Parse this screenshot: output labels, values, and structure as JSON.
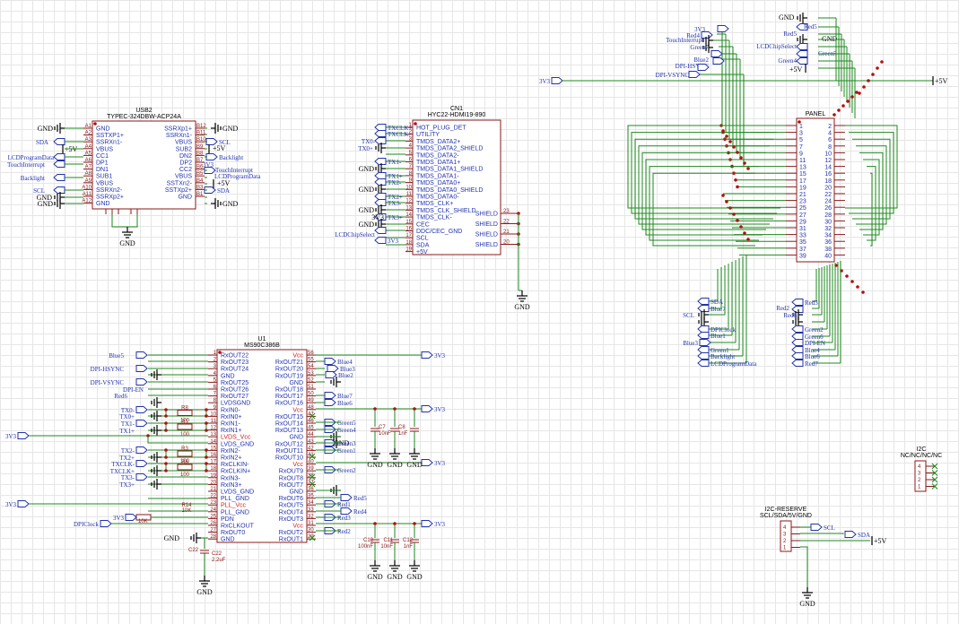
{
  "components": {
    "usb": {
      "ref": "USB2",
      "part": "TYPEC-324DBW-ACP24A",
      "left_pins": [
        "GND",
        "SSTXP1+",
        "SSRXn1-",
        "VBUS",
        "CC1",
        "DP1",
        "DN1",
        "SUB1",
        "VBUS",
        "SSRXn2-",
        "SSRXp2+",
        "GND"
      ],
      "left_nums": [
        "A1",
        "A2",
        "A3",
        "A4",
        "A5",
        "A6",
        "A7",
        "A8",
        "A9",
        "A10",
        "A11",
        "A12"
      ],
      "right_pins": [
        "SSRXp1+",
        "SSRXn1-",
        "VBUS",
        "SUB2",
        "DN2",
        "DP2",
        "CC2",
        "VBUS",
        "SSTXn2-",
        "SSTXp2+",
        "GND"
      ],
      "right_nums": [
        "B12",
        "B11",
        "B10",
        "B9",
        "B8",
        "B7",
        "B6",
        "B5",
        "B4",
        "B3",
        "B1"
      ],
      "left_nets": [
        "GND",
        "SDA",
        "+5V",
        "LCDProgramData",
        "TouchInterrupt",
        "",
        "Backlight",
        "",
        "SCL",
        "GND",
        "GND"
      ],
      "right_nets": [
        "GND",
        "SCL",
        "",
        "Backlight",
        "3V3",
        "TouchInterrupt",
        "LCDProgramData",
        "+5V",
        "SDA",
        "GND"
      ]
    },
    "hdmi": {
      "ref": "CN1",
      "part": "HYC22-HDMI19-890",
      "pins": [
        "HOT_PLUG_DET",
        "UTILITY",
        "TMDS_DATA2+",
        "TMDS_DATA2_SHIELD",
        "TMDS_DATA2-",
        "TMDS_DATA1+",
        "TMDS_DATA1_SHIELD",
        "TMDS_DATA1-",
        "TMDS_DATA0+",
        "TMDS_DATA0_SHIELD",
        "TMDS_DATA0-",
        "TMDS_CLK+",
        "TMDS_CLK_SHIELD",
        "TMDS_CLK-",
        "CEC",
        "DDC/CEC_GND",
        "SCL",
        "SDA",
        "+5V"
      ],
      "shield_pins": [
        "SHIELD",
        "SHIELD",
        "SHIELD",
        "SHIELD"
      ],
      "shield_nums": [
        "23",
        "22",
        "21",
        "20"
      ],
      "nets": [
        "TXCLK+",
        "TXCLK-",
        "TX0-",
        "",
        "TX1-",
        "",
        "TX2-",
        "",
        "TX3+",
        "",
        "TX3-",
        "3V3",
        "LCDChipSelect",
        "3V3"
      ]
    },
    "panel": {
      "ref": "PANEL",
      "left_nums": [
        "1",
        "3",
        "5",
        "7",
        "9",
        "11",
        "13",
        "15",
        "17",
        "19",
        "21",
        "23",
        "25",
        "27",
        "29",
        "31",
        "33",
        "35",
        "37",
        "39"
      ],
      "right_nums": [
        "2",
        "4",
        "6",
        "8",
        "10",
        "12",
        "14",
        "16",
        "18",
        "20",
        "22",
        "24",
        "26",
        "28",
        "30",
        "32",
        "34",
        "36",
        "38",
        "40"
      ],
      "top_nets_left": [
        "3V3",
        "Red4",
        "TouchInterrupt",
        "Green7",
        "Blue2",
        "DPI-HSYNC",
        "DPI-VSYNC"
      ],
      "top_nets_right": [
        "GND",
        "Red5",
        "LCDChipSelect",
        "Green5",
        "Green4",
        "+5V"
      ],
      "bottom_nets_left": [
        "SDA",
        "Blue7",
        "SCL",
        "DPIClock",
        "Blue1",
        "Blue3",
        "Green1",
        "Backlight",
        "LCDProgramData"
      ],
      "bottom_nets_right": [
        "Red3",
        "Red6",
        "Green2",
        "Green6",
        "DPI-EN",
        "Blue6",
        "Red7",
        "Blue5"
      ]
    },
    "u1": {
      "ref": "U1",
      "part": "MS90C386B",
      "left_pins": [
        "RxOUT22",
        "RxOUT23",
        "RxOUT24",
        "GND",
        "RxOUT25",
        "RxOUT26",
        "RxOUT27",
        "LVDSGND",
        "RxIN0-",
        "RxIN0+",
        "RxIN1-",
        "RxIN1+",
        "LVDS_Vcc",
        "LVDS_GND",
        "RxIN2-",
        "RxIN2+",
        "RxCLKIN-",
        "RxCLKIN+",
        "RxIN3-",
        "RxIN3+",
        "LVDS_GND",
        "PLL_GND",
        "PLL_Vcc",
        "PLL_GND",
        "PDN",
        "RxCLKOUT",
        "RxOUT0",
        "GND"
      ],
      "left_nums": [
        "1",
        "2",
        "3",
        "4",
        "5",
        "6",
        "7",
        "8",
        "9",
        "10",
        "11",
        "12",
        "13",
        "14",
        "15",
        "16",
        "17",
        "18",
        "19",
        "20",
        "21",
        "22",
        "23",
        "24",
        "25",
        "26",
        "27",
        "28"
      ],
      "right_pins": [
        "Vcc",
        "RxOUT21",
        "RxOUT20",
        "RxOUT19",
        "GND",
        "RxOUT18",
        "RxOUT17",
        "RxOUT16",
        "Vcc",
        "RxOUT15",
        "RxOUT14",
        "RxOUT13",
        "GND",
        "RxOUT12",
        "RxOUT11",
        "RxOUT10",
        "Vcc",
        "RxOUT9",
        "RxOUT8",
        "RxOUT7",
        "GND",
        "RxOUT6",
        "RxOUT5",
        "RxOUT4",
        "RxOUT3",
        "Vcc",
        "RxOUT2",
        "RxOUT1"
      ],
      "right_nums": [
        "56",
        "55",
        "54",
        "53",
        "52",
        "51",
        "50",
        "49",
        "48",
        "47",
        "46",
        "45",
        "44",
        "43",
        "42",
        "41",
        "40",
        "39",
        "38",
        "37",
        "36",
        "35",
        "34",
        "33",
        "32",
        "31",
        "30",
        "29"
      ],
      "left_nets": [
        "Blue5",
        "DPI-HSYNC",
        "DPI-VSYNC",
        "DPI-EN",
        "Red6",
        "TX0-",
        "TX0+",
        "TX1-",
        "TX1+",
        "3V3",
        "TX2-",
        "TX2+",
        "TXCLK-",
        "TXCLK+",
        "TX3-",
        "TX3+",
        "3V3",
        "3V3",
        "DPIClock",
        "GND"
      ],
      "right_nets": [
        "3V3",
        "Blue4",
        "Blue3",
        "Blue2",
        "Blue7",
        "Blue6",
        "3V3",
        "Green5",
        "Green4",
        "Green3",
        "Green1",
        "3V3",
        "Green2",
        "Red5",
        "Red1",
        "Red4",
        "Red3",
        "3V3",
        "Red2"
      ]
    },
    "resistors": [
      {
        "ref": "R8",
        "value": "100"
      },
      {
        "ref": "R1",
        "value": "100"
      },
      {
        "ref": "R3",
        "value": "100"
      },
      {
        "ref": "R6",
        "value": "100"
      },
      {
        "ref": "R14",
        "value": "10K"
      }
    ],
    "capacitors_top": [
      {
        "ref": "C7",
        "value": "10nF"
      },
      {
        "ref": "C8",
        "value": "1nF"
      }
    ],
    "capacitors_bottom": [
      {
        "ref": "C10",
        "value": "100nF"
      },
      {
        "ref": "C11",
        "value": "10nF"
      },
      {
        "ref": "C12",
        "value": "1nF"
      }
    ],
    "c22": {
      "ref": "C22",
      "value": "2.2uF"
    },
    "i2c": {
      "ref": "I2C",
      "part": "NC/NC/NC/NC",
      "nums": [
        "4",
        "3",
        "2",
        "1"
      ]
    },
    "i2c_reserve": {
      "ref": "I2C-RESERVE",
      "part": "SCL/SDA/5V/GND",
      "nums": [
        "4",
        "3",
        "2",
        "1"
      ],
      "nets": [
        "SCL",
        "SDA",
        "+5V",
        "GND"
      ]
    }
  },
  "power": {
    "gnd": "GND",
    "v33": "3V3",
    "v5": "+5V"
  }
}
